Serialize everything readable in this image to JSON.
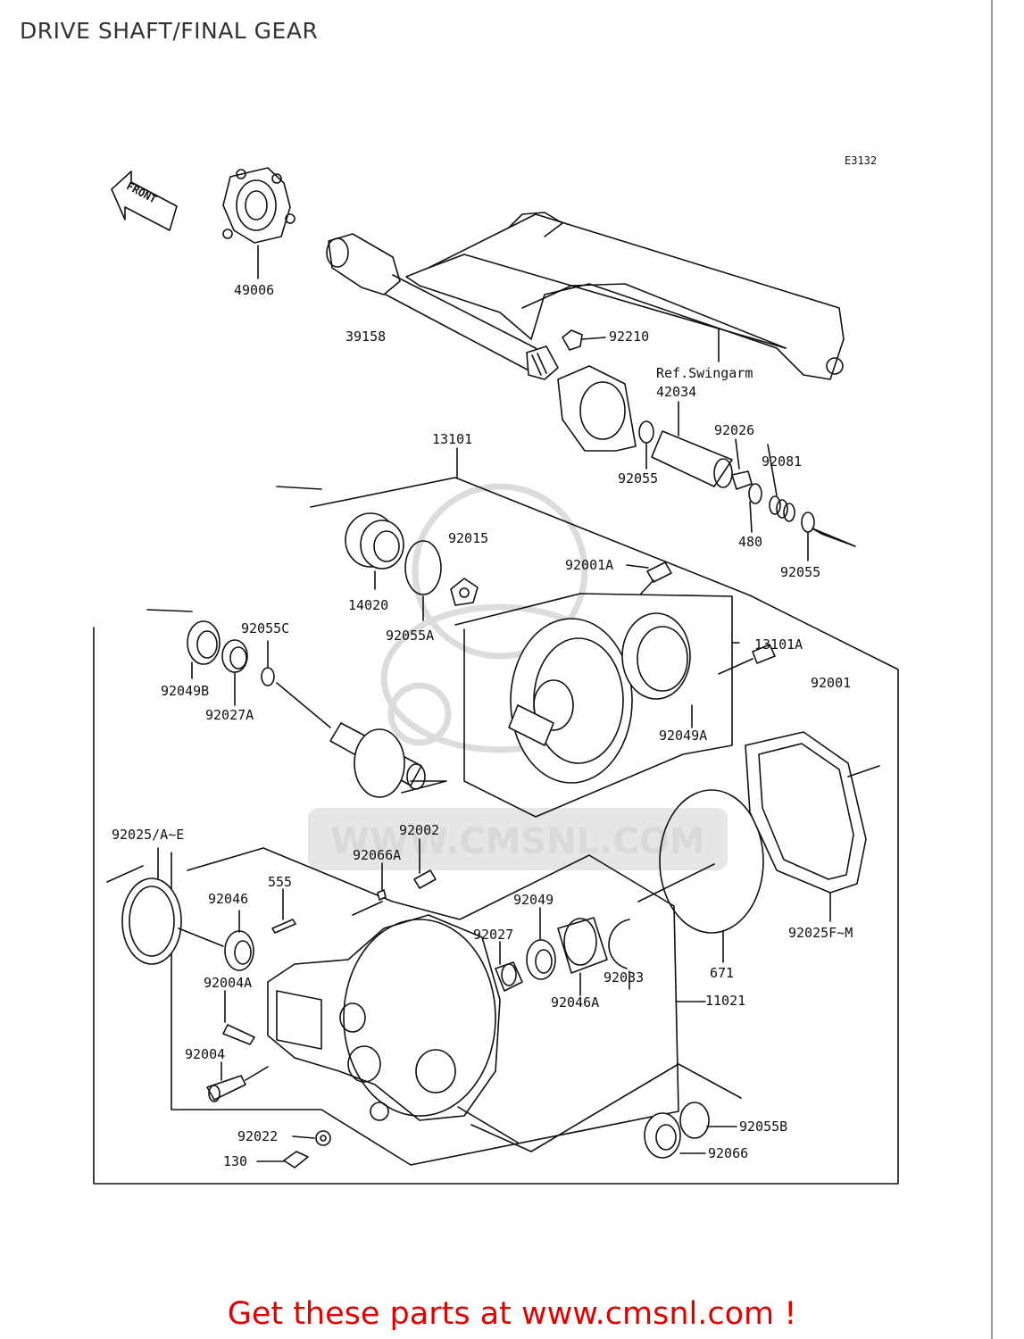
{
  "page_title": "DRIVE SHAFT/FINAL GEAR",
  "diagram_code": "E3132",
  "front_marker": "FRONT",
  "watermark": "WWW.CMSNL.COM",
  "ref_label": "Ref.Swingarm",
  "promo_text": "Get these parts at www.cmsnl.com !",
  "part_labels": {
    "p49006": "49006",
    "p39158": "39158",
    "p92210": "92210",
    "p42034": "42034",
    "p92026": "92026",
    "p92081": "92081",
    "p92055_top": "92055",
    "p480": "480",
    "p92055_right": "92055",
    "p13101": "13101",
    "p92015": "92015",
    "p14020": "14020",
    "p92055A": "92055A",
    "p92001A": "92001A",
    "p13101A": "13101A",
    "p92001": "92001",
    "p92049A": "92049A",
    "p92055C": "92055C",
    "p92049B": "92049B",
    "p92027A": "92027A",
    "p92025AE": "92025/A~E",
    "p92002": "92002",
    "p92066A": "92066A",
    "p92046": "92046",
    "p555": "555",
    "p92004A": "92004A",
    "p92004": "92004",
    "p92049": "92049",
    "p92027": "92027",
    "p92033": "92033",
    "p92046A": "92046A",
    "p11021": "11021",
    "p671": "671",
    "p92025FM": "92025F~M",
    "p92022": "92022",
    "p130": "130",
    "p92055B": "92055B",
    "p92066": "92066"
  }
}
